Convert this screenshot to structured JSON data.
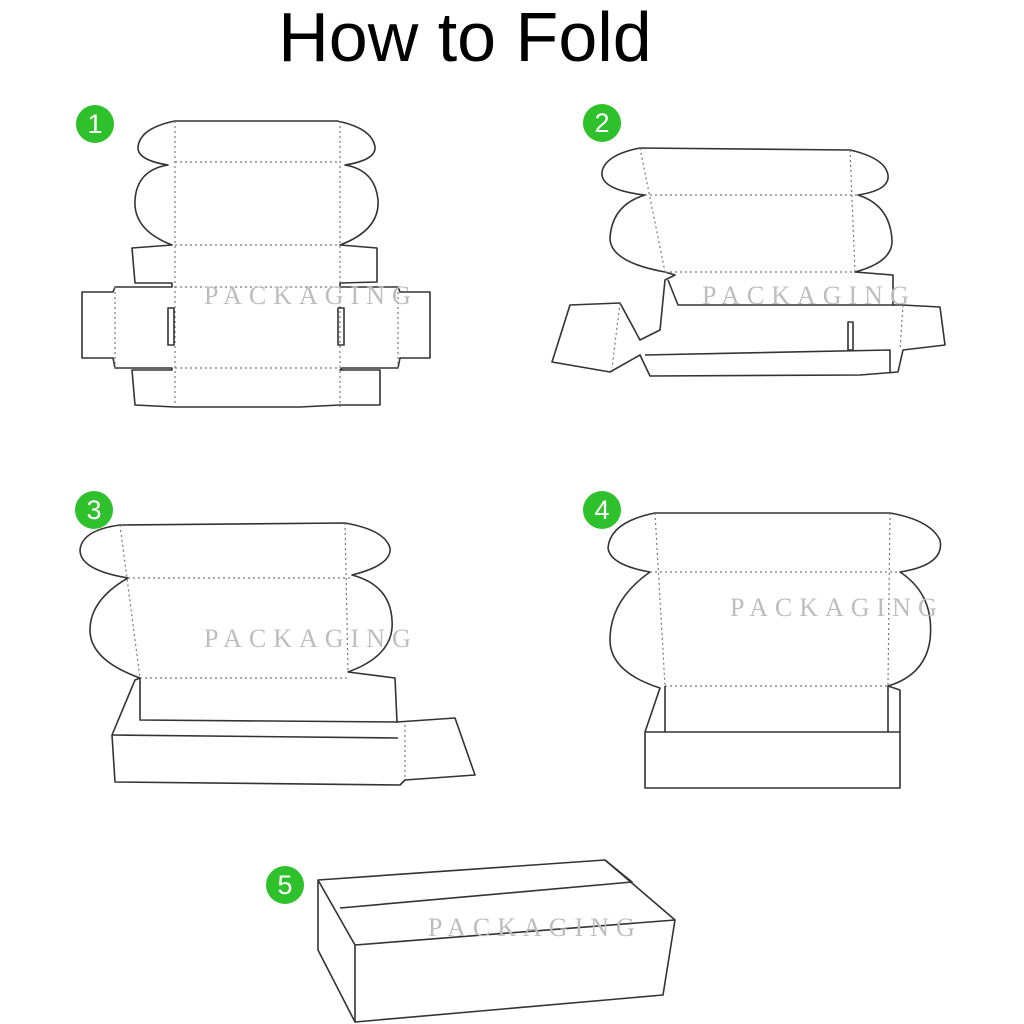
{
  "title": "How to Fold",
  "steps": [
    {
      "number": "1",
      "watermark": "PACKAGING"
    },
    {
      "number": "2",
      "watermark": "PACKAGING"
    },
    {
      "number": "3",
      "watermark": "PACKAGING"
    },
    {
      "number": "4",
      "watermark": "PACKAGING"
    },
    {
      "number": "5",
      "watermark": "PACKAGING"
    }
  ],
  "colors": {
    "step_badge": "#2fc12b",
    "line": "#333333",
    "watermark": "#bdbdbd"
  }
}
